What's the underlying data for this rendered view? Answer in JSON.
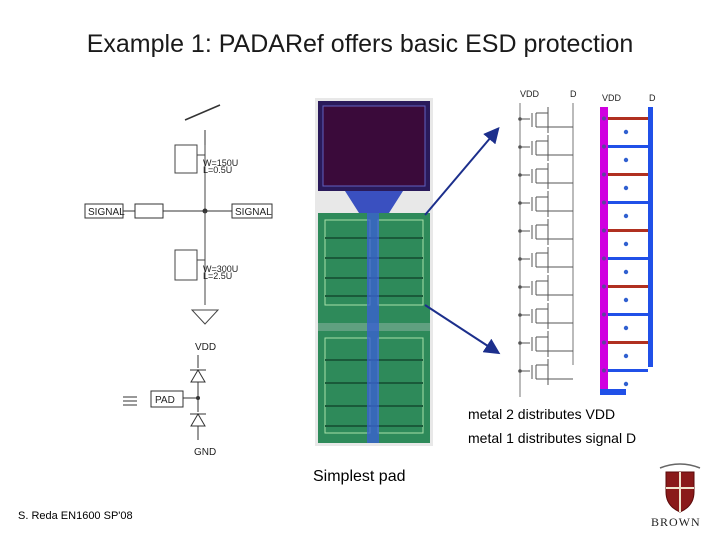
{
  "title": "Example 1: PADARef offers basic ESD protection",
  "footer": "S. Reda EN1600 SP'08",
  "captions": {
    "simplest_pad": "Simplest pad",
    "metal2": "metal 2 distributes VDD",
    "metal1": "metal 1 distributes signal D"
  },
  "schematic": {
    "signal_left": "SIGNAL",
    "signal_right": "SIGNAL",
    "vdd": "VDD",
    "gnd": "GND",
    "pad": "PAD"
  },
  "circuit": {
    "vdd_left": "VDD",
    "d_left": "D",
    "vdd_right": "VDD",
    "d_right": "D"
  },
  "logo": {
    "text": "BROWN"
  },
  "colors": {
    "metal2": "#d000e0",
    "metal1": "#2050e8",
    "arrow": "#1c2f8c",
    "layout_green": "#2e8a5a",
    "layout_core": "#3a0a3a"
  }
}
